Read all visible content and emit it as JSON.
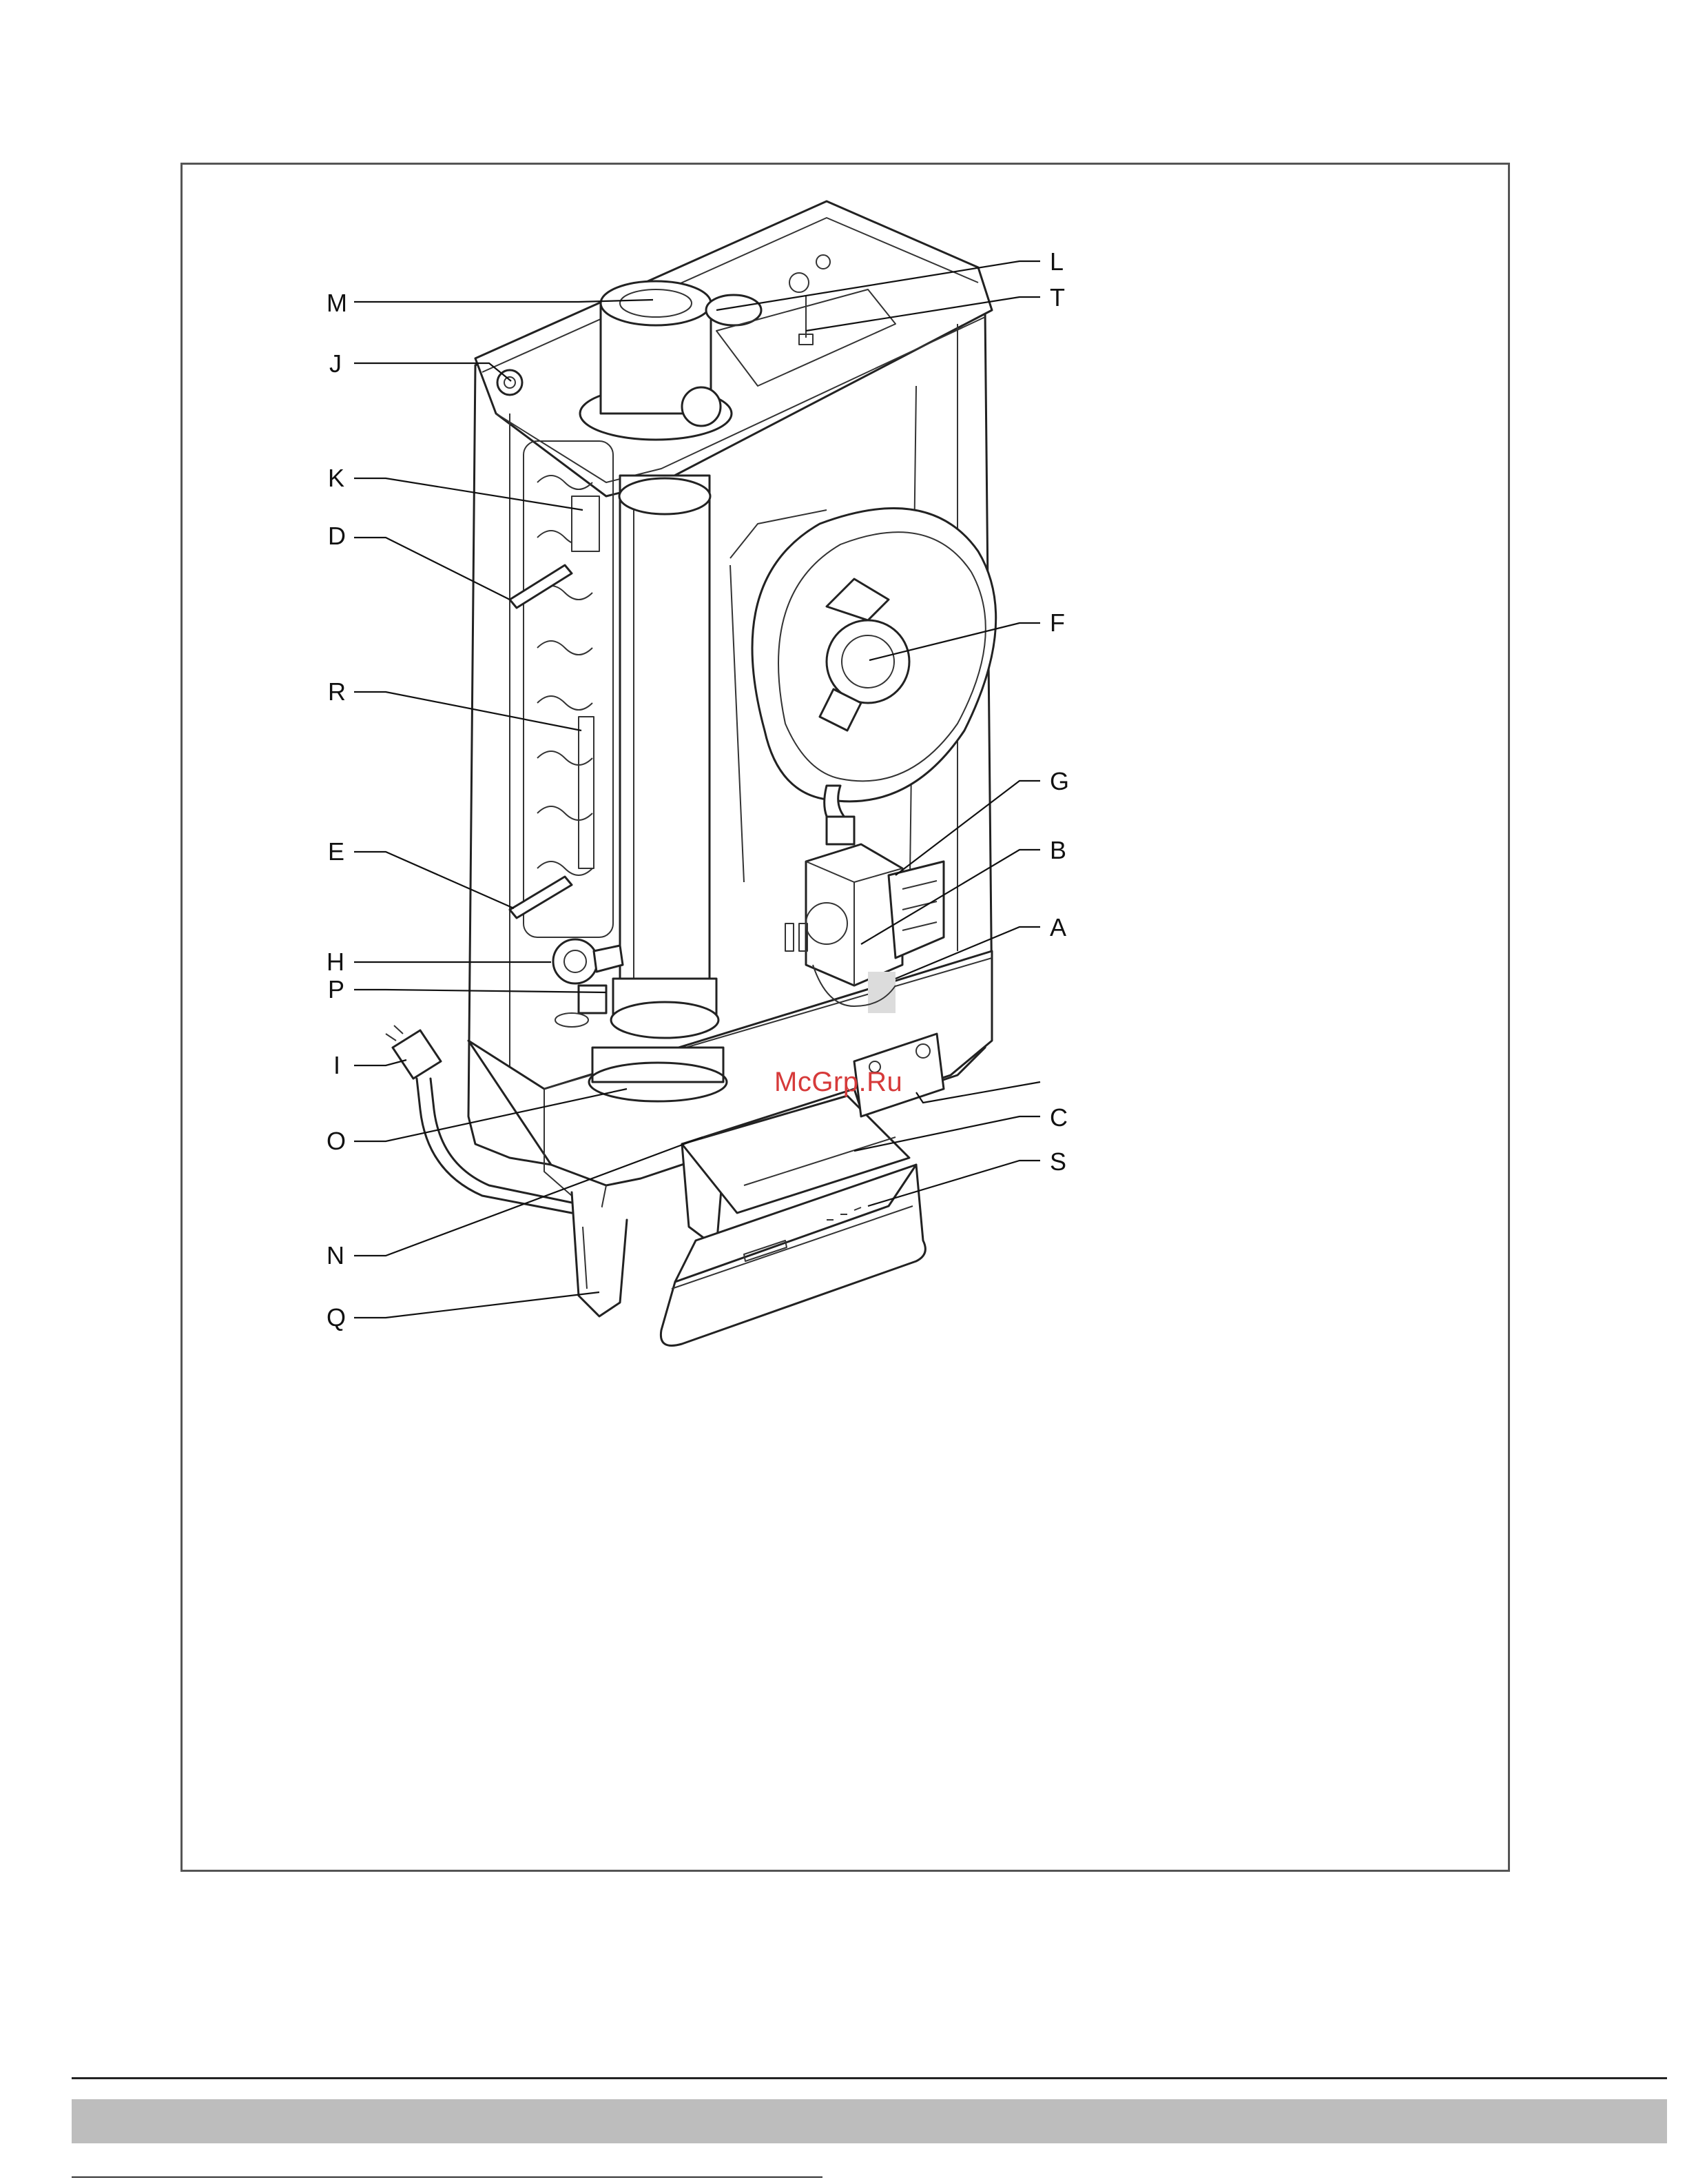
{
  "diagram": {
    "callouts": [
      "M",
      "J",
      "K",
      "D",
      "R",
      "E",
      "H",
      "P",
      "I",
      "O",
      "N",
      "Q",
      "L",
      "T",
      "F",
      "G",
      "B",
      "A",
      "C",
      "S"
    ]
  },
  "watermark": {
    "text": "McGrp.Ru"
  }
}
